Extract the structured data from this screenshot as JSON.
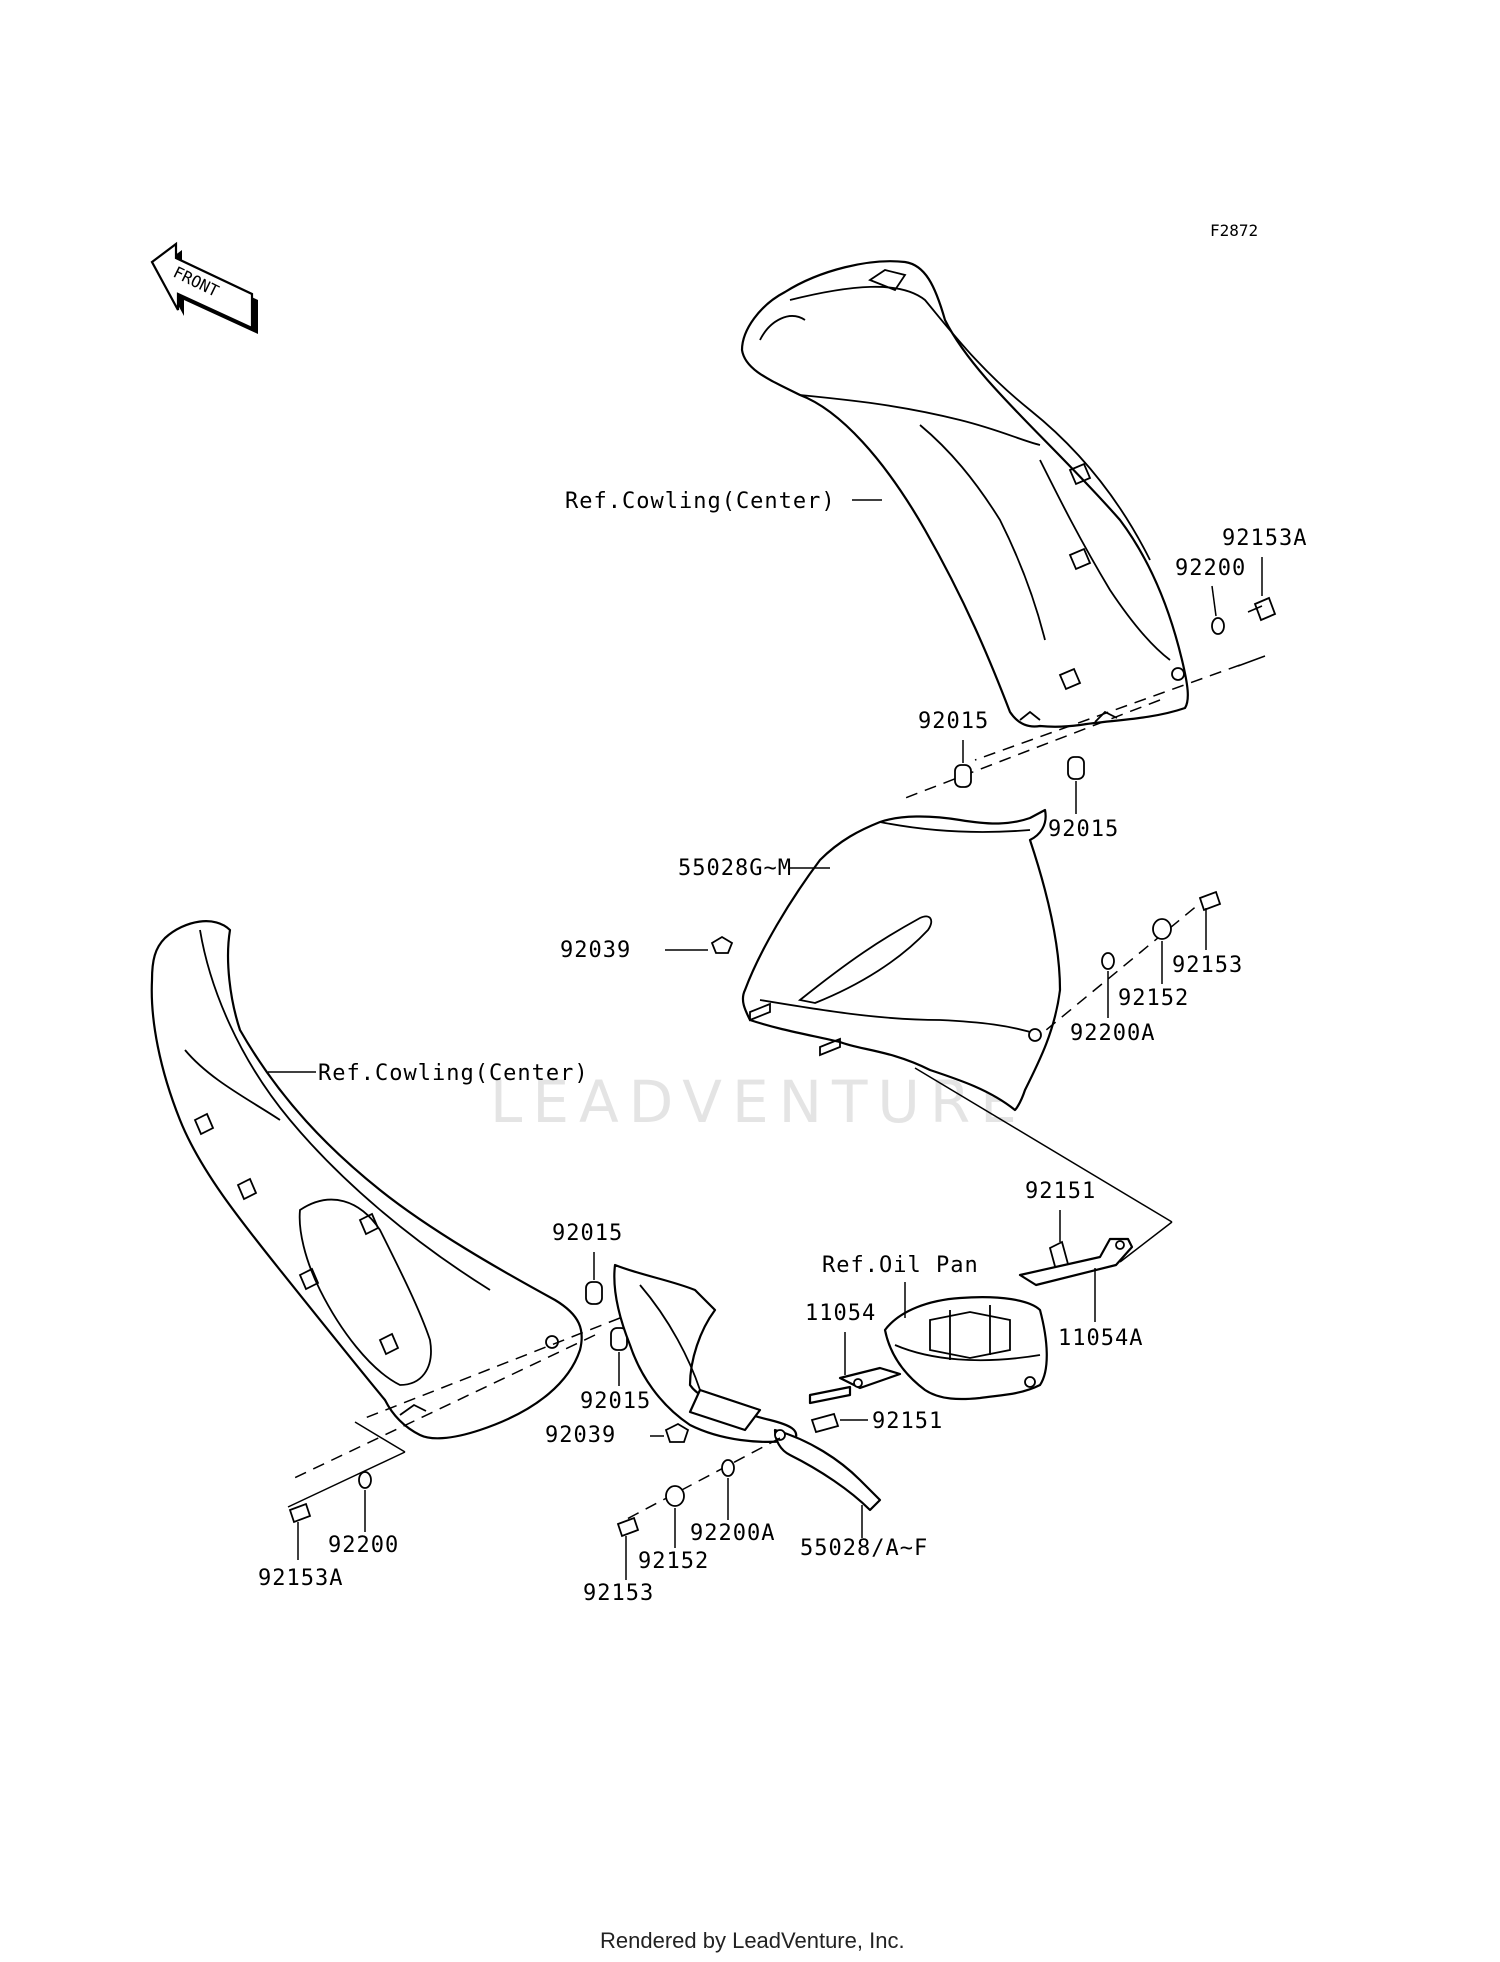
{
  "diagram_code": "F2872",
  "front_arrow_label": "FRONT",
  "watermark": "LEADVENTURE",
  "footer": "Rendered by LeadVenture, Inc.",
  "refs": {
    "cowling_center_upper": "Ref.Cowling(Center)",
    "cowling_center_lower": "Ref.Cowling(Center)",
    "oil_pan": "Ref.Oil Pan"
  },
  "parts": {
    "p92153A_top": "92153A",
    "p92200_top": "92200",
    "p92015_a": "92015",
    "p92015_b": "92015",
    "p55028G": "55028G~M",
    "p92039_top": "92039",
    "p92153_top": "92153",
    "p92152_top": "92152",
    "p92200A_top": "92200A",
    "p92015_c": "92015",
    "p92015_d": "92015",
    "p92039_bottom": "92039",
    "p92151_top": "92151",
    "p11054": "11054",
    "p11054A": "11054A",
    "p92151_bottom": "92151",
    "p92200_bottom": "92200",
    "p92153A_bottom": "92153A",
    "p92200A_bottom": "92200A",
    "p92152_bottom": "92152",
    "p92153_bottom": "92153",
    "p55028AF": "55028/A~F"
  }
}
